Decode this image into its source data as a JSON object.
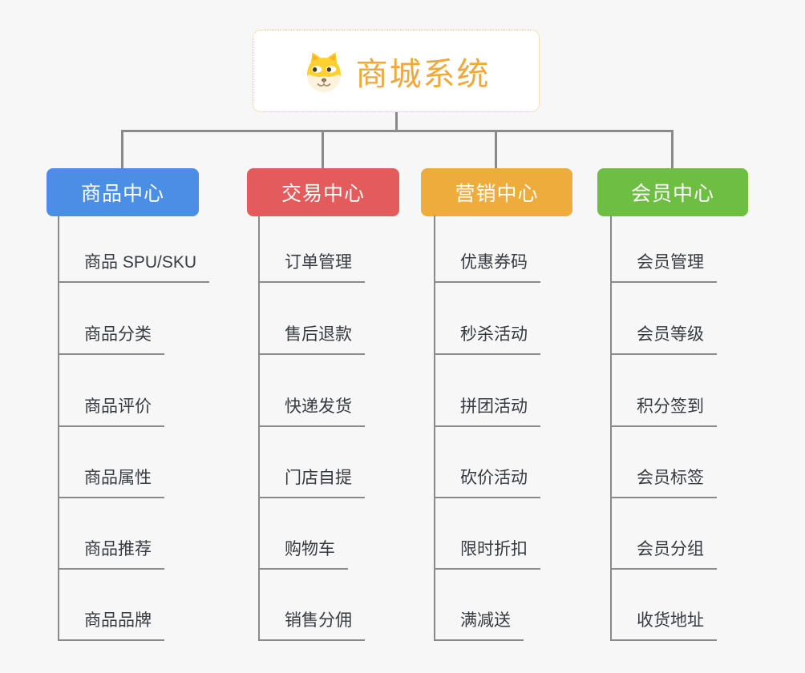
{
  "root": {
    "title": "商城系统",
    "icon": "dog-face-icon"
  },
  "branches": [
    {
      "label": "商品中心",
      "color": "#4A8FE5",
      "items": [
        "商品 SPU/SKU",
        "商品分类",
        "商品评价",
        "商品属性",
        "商品推荐",
        "商品品牌"
      ]
    },
    {
      "label": "交易中心",
      "color": "#E45B5C",
      "items": [
        "订单管理",
        "售后退款",
        "快递发货",
        "门店自提",
        "购物车",
        "销售分佣"
      ]
    },
    {
      "label": "营销中心",
      "color": "#EEAC3C",
      "items": [
        "优惠券码",
        "秒杀活动",
        "拼团活动",
        "砍价活动",
        "限时折扣",
        "满减送"
      ]
    },
    {
      "label": "会员中心",
      "color": "#6EBE43",
      "items": [
        "会员管理",
        "会员等级",
        "积分签到",
        "会员标签",
        "会员分组",
        "收货地址"
      ]
    }
  ],
  "colors": {
    "background": "#F7F7F7",
    "connector": "#8A8A8A",
    "root_title": "#F0A83B",
    "root_border": "#F2BE6B",
    "leaf_text": "#363B41"
  }
}
